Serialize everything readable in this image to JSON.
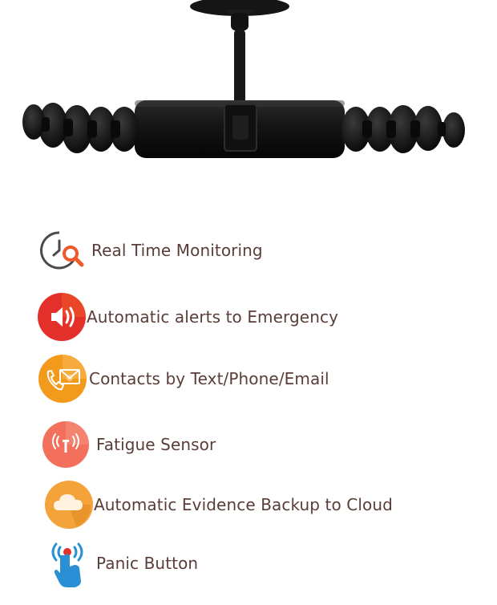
{
  "product_image": {
    "icon": "dashcam-mount-device"
  },
  "features": [
    {
      "label": "Real Time Monitoring",
      "icon": "clock-search-icon",
      "color": "#f05a2a"
    },
    {
      "label": "Automatic alerts to Emergency",
      "icon": "speaker-alert-icon",
      "color": "#e3302a"
    },
    {
      "label": "Contacts by Text/Phone/Email",
      "icon": "phone-mail-icon",
      "color": "#f39a1c"
    },
    {
      "label": "Fatigue Sensor",
      "icon": "signal-tower-icon",
      "color": "#f2705c"
    },
    {
      "label": "Automatic Evidence Backup to Cloud",
      "icon": "cloud-icon",
      "color": "#f4a23a"
    },
    {
      "label": "Panic Button",
      "icon": "touch-button-icon",
      "color": "#2b8fd6"
    }
  ]
}
